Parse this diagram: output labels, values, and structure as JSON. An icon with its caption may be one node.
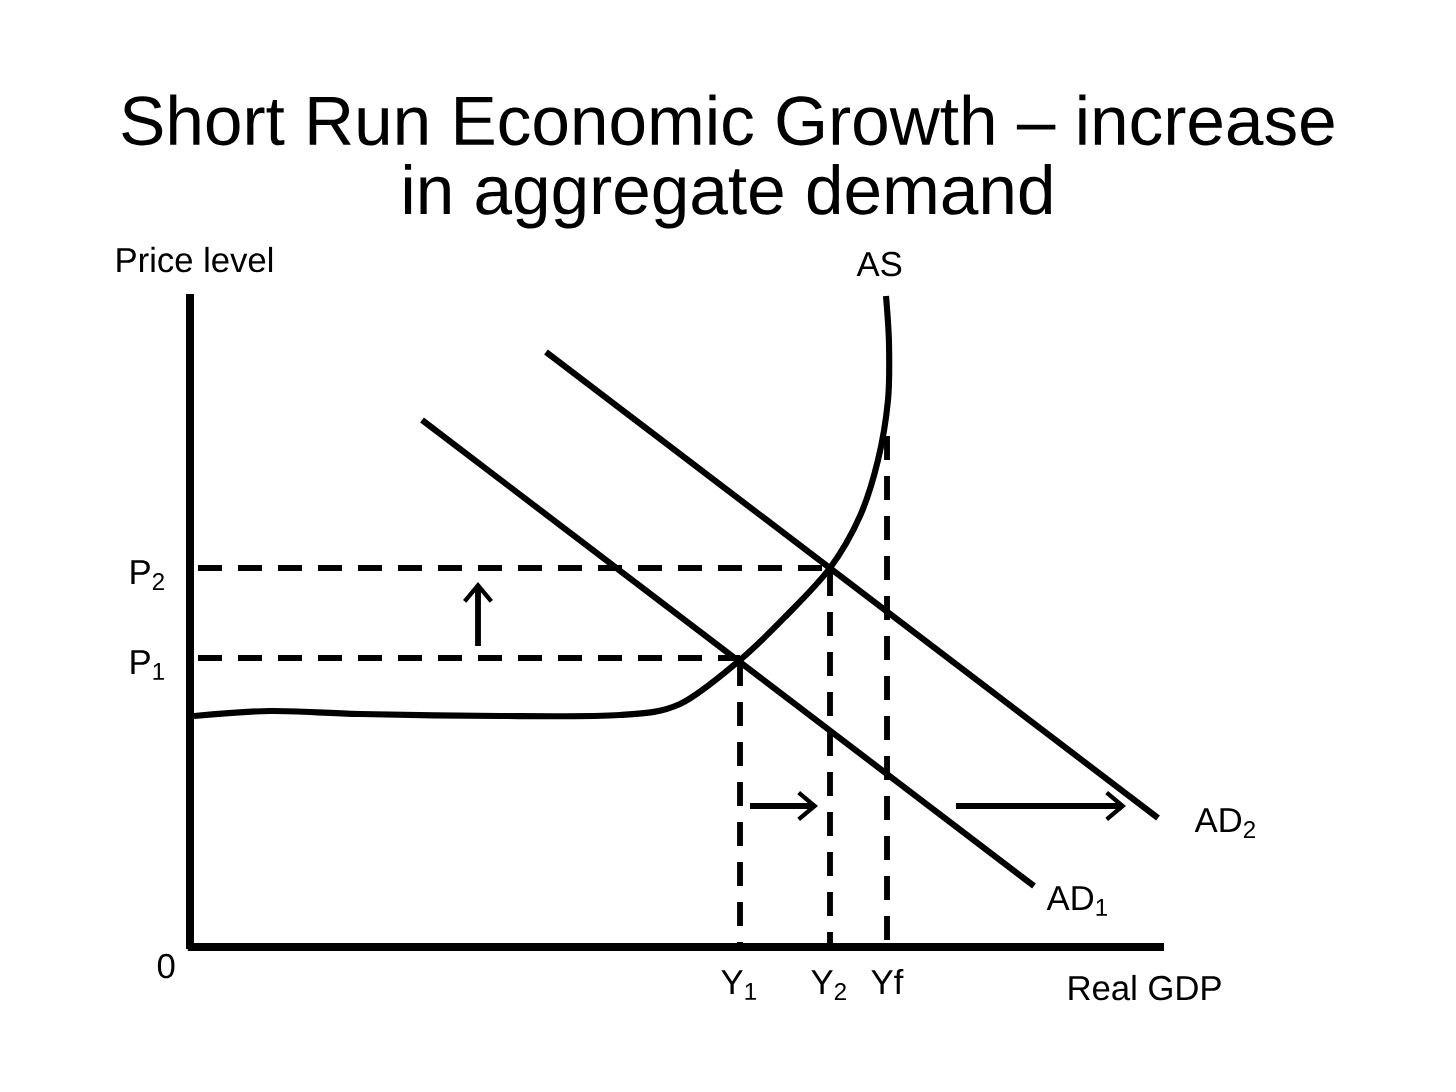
{
  "diagram": {
    "title": "Short Run Economic Growth – increase in aggregate demand",
    "labels": [
      "Price level",
      "AS",
      "P$_{2}$",
      "P$_{1}$",
      "AD$_{2}$",
      "AD$_{1}$",
      "0",
      "Y$_{1}$",
      "Y$_{2}$",
      "Yf",
      "Real GDP"
    ]
  }
}
